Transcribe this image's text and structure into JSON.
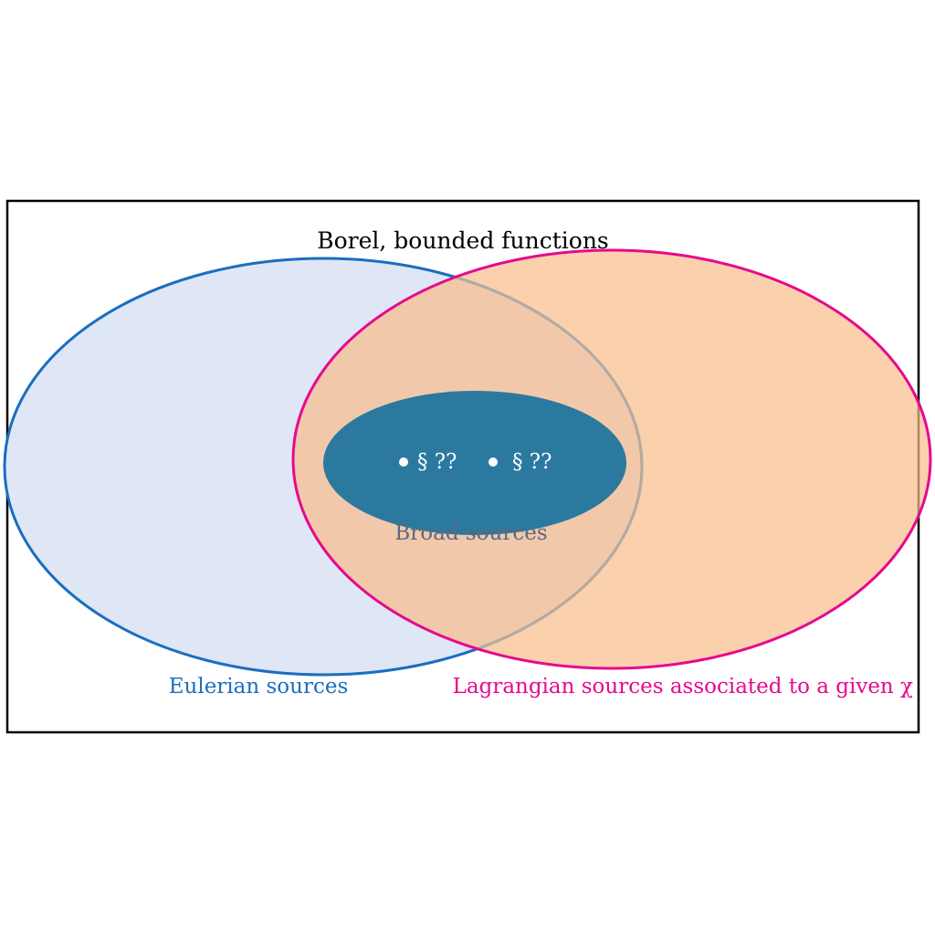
{
  "diagram": {
    "title": "Borel, bounded functions",
    "sets": [
      {
        "id": "eulerian",
        "label": "Eulerian sources",
        "stroke": "#1a6ec0",
        "fill": "#dfe6f6"
      },
      {
        "id": "lagrangian",
        "label": "Lagrangian sources associated to a given χ",
        "stroke": "#e6098f",
        "fill": "#f8bc8a"
      },
      {
        "id": "broad",
        "label": "Broad sources",
        "fill": "#2b799f",
        "label_color": "#5a6a80"
      }
    ],
    "bullets": [
      {
        "text": "§ ??"
      },
      {
        "text": "§ ??"
      }
    ],
    "colors": {
      "frame": "#000000",
      "bullet": "#ffffff",
      "overlap_outline": "#b3aba3"
    }
  }
}
